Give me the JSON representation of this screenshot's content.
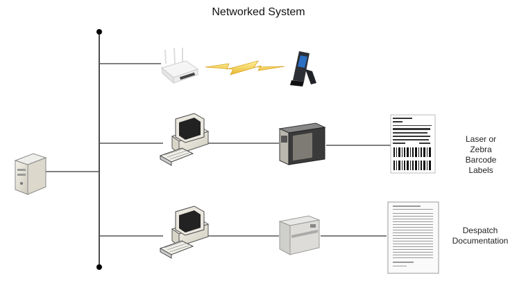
{
  "title": "Networked System",
  "nodes": {
    "server": {
      "icon": "server-icon"
    },
    "router": {
      "icon": "wireless-router-icon"
    },
    "wireless_link": {
      "icon": "lightning-bolt-icon",
      "color": "#f2c94c"
    },
    "handheld": {
      "icon": "handheld-scanner-icon"
    },
    "computer1": {
      "icon": "desktop-computer-icon"
    },
    "zebra_printer": {
      "icon": "label-printer-icon"
    },
    "barcode_label": {
      "icon": "barcode-label-icon"
    },
    "computer2": {
      "icon": "desktop-computer-icon"
    },
    "laser_printer": {
      "icon": "laser-printer-icon"
    },
    "document": {
      "icon": "document-icon"
    }
  },
  "labels": {
    "barcode": [
      "Laser or",
      "Zebra",
      "Barcode",
      "Labels"
    ],
    "despatch": [
      "Despatch",
      "Documentation"
    ]
  }
}
